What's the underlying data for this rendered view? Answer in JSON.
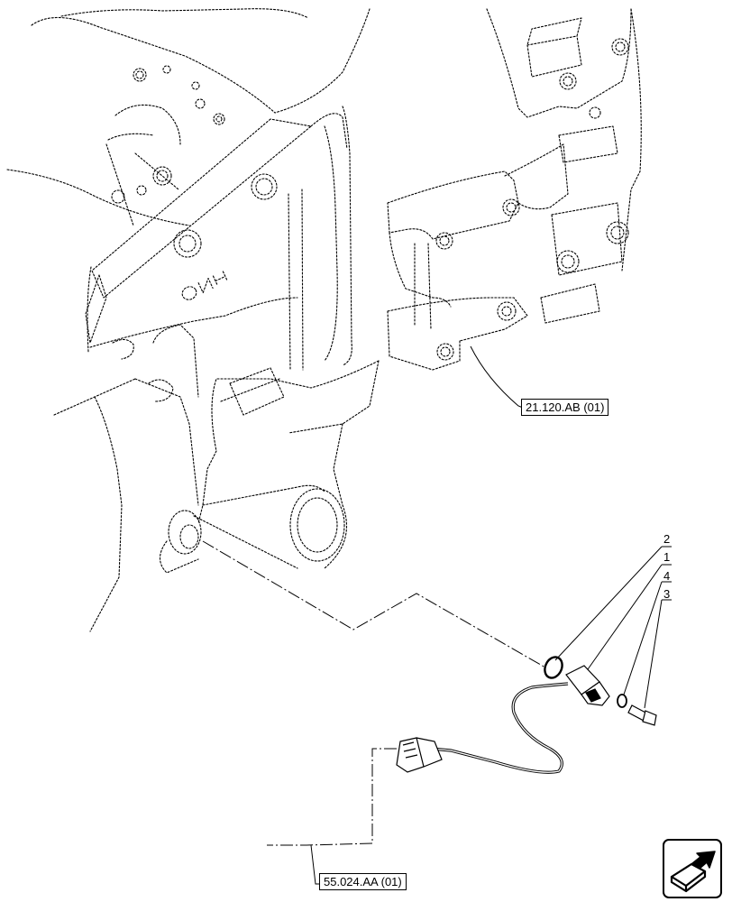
{
  "diagram": {
    "housing_marking": "CNH",
    "references": {
      "upper_ref": "21.120.AB (01)",
      "lower_ref": "55.024.AA (01)"
    },
    "callouts": {
      "item_2": "2",
      "item_1": "1",
      "item_4": "4",
      "item_3": "3"
    }
  },
  "navigation": {
    "button_icon": "navigate-arrow-icon"
  }
}
